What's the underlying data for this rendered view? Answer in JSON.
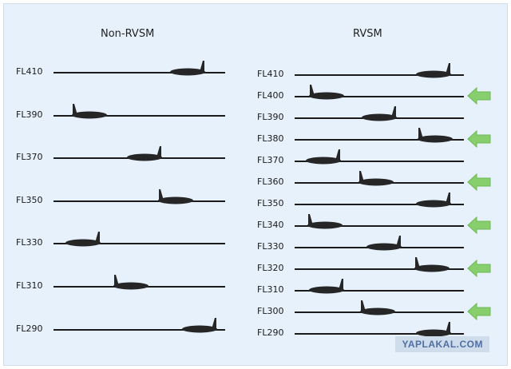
{
  "left": {
    "title": "Non-RVSM",
    "levels": [
      {
        "label": "FL410",
        "plane_pos": 0.78,
        "facing": "left"
      },
      {
        "label": "FL390",
        "plane_pos": 0.21,
        "facing": "right"
      },
      {
        "label": "FL370",
        "plane_pos": 0.53,
        "facing": "left"
      },
      {
        "label": "FL350",
        "plane_pos": 0.71,
        "facing": "right"
      },
      {
        "label": "FL330",
        "plane_pos": 0.17,
        "facing": "left"
      },
      {
        "label": "FL310",
        "plane_pos": 0.45,
        "facing": "right"
      },
      {
        "label": "FL290",
        "plane_pos": 0.85,
        "facing": "left"
      }
    ]
  },
  "right": {
    "title": "RVSM",
    "levels": [
      {
        "label": "FL410",
        "plane_pos": 0.82,
        "facing": "left",
        "added": false
      },
      {
        "label": "FL400",
        "plane_pos": 0.19,
        "facing": "right",
        "added": true
      },
      {
        "label": "FL390",
        "plane_pos": 0.5,
        "facing": "left",
        "added": false
      },
      {
        "label": "FL380",
        "plane_pos": 0.83,
        "facing": "right",
        "added": true
      },
      {
        "label": "FL370",
        "plane_pos": 0.17,
        "facing": "left",
        "added": false
      },
      {
        "label": "FL360",
        "plane_pos": 0.48,
        "facing": "right",
        "added": true
      },
      {
        "label": "FL350",
        "plane_pos": 0.82,
        "facing": "left",
        "added": false
      },
      {
        "label": "FL340",
        "plane_pos": 0.18,
        "facing": "right",
        "added": true
      },
      {
        "label": "FL330",
        "plane_pos": 0.53,
        "facing": "left",
        "added": false
      },
      {
        "label": "FL320",
        "plane_pos": 0.81,
        "facing": "right",
        "added": true
      },
      {
        "label": "FL310",
        "plane_pos": 0.19,
        "facing": "left",
        "added": false
      },
      {
        "label": "FL300",
        "plane_pos": 0.49,
        "facing": "right",
        "added": true
      },
      {
        "label": "FL290",
        "plane_pos": 0.82,
        "facing": "left",
        "added": false
      }
    ]
  },
  "colors": {
    "background": "#e7f1fb",
    "line": "#1b1b1b",
    "plane": "#262626",
    "arrow": "#86cf6c"
  },
  "icons": {
    "plane": "aircraft-silhouette-icon",
    "arrow": "left-arrow-icon"
  },
  "watermark": "YAPLAKAL.COM"
}
